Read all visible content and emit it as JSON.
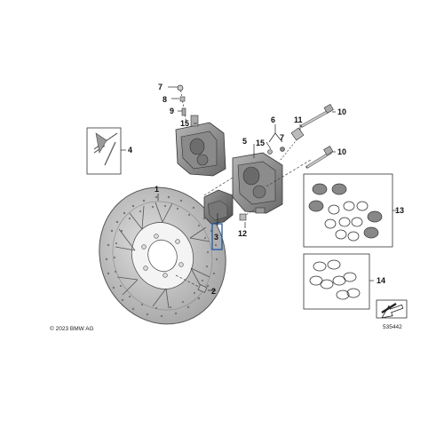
{
  "callouts": {
    "n1": "1",
    "n2": "2",
    "n3": "3",
    "n4": "4",
    "n5": "5",
    "n6": "6",
    "n7a": "7",
    "n7b": "7",
    "n8": "8",
    "n9": "9",
    "n10a": "10",
    "n10b": "10",
    "n11": "11",
    "n12": "12",
    "n13": "13",
    "n14": "14",
    "n15a": "15",
    "n15b": "15"
  },
  "copyright": "© 2023 BMW AG",
  "diagram_number": "535442",
  "colors": {
    "highlight_box": "#1e5aa8",
    "part_gray": "#9a9a9a",
    "part_dark": "#555555",
    "disc_light": "#c8c8c8"
  }
}
